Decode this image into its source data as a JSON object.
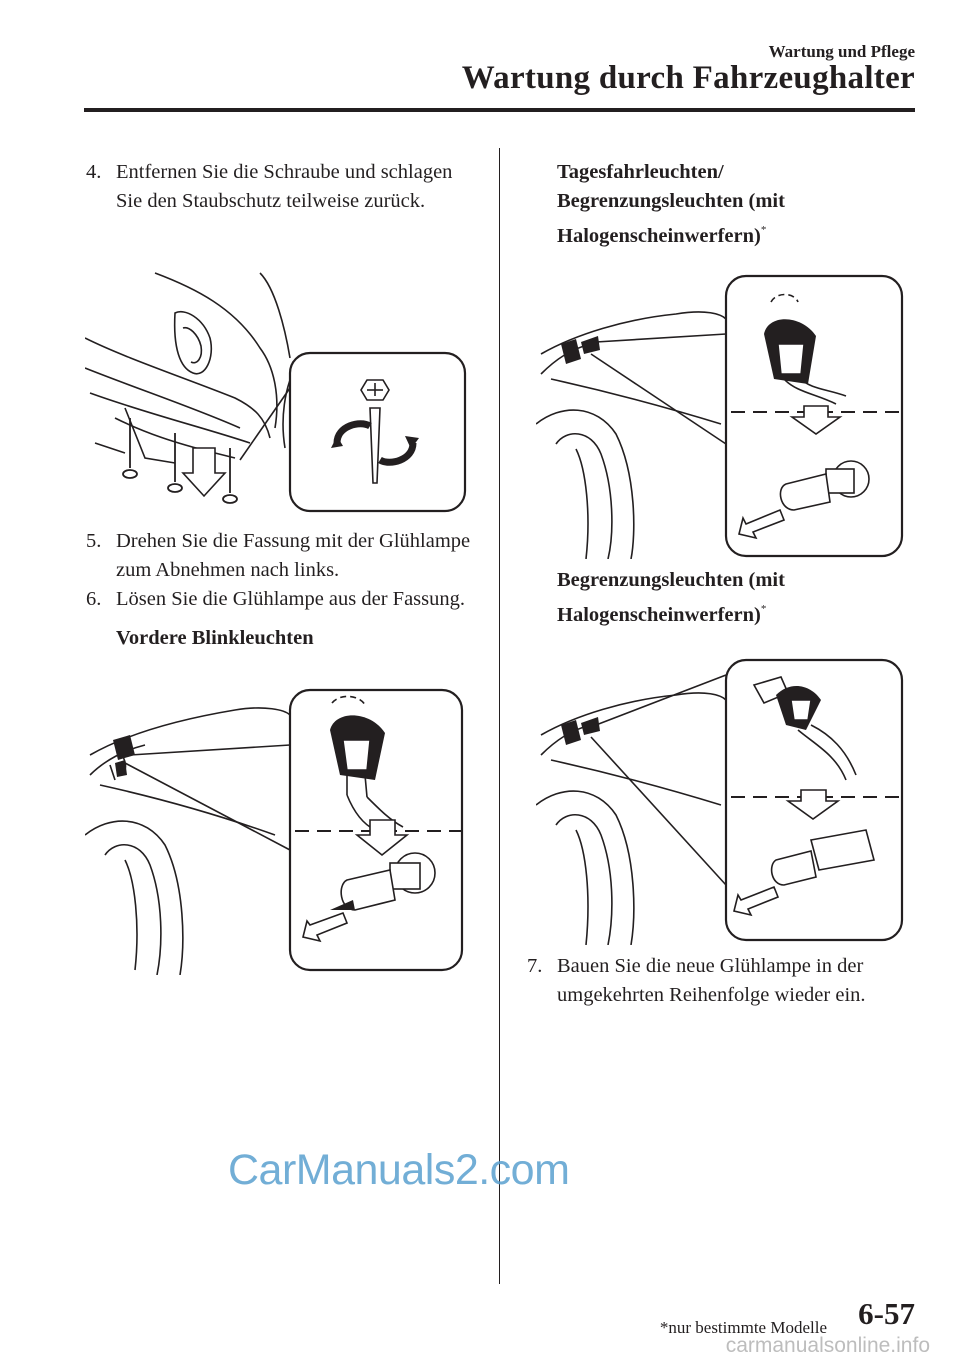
{
  "header": {
    "chapter": "Wartung und Pflege",
    "section": "Wartung durch Fahrzeughalter"
  },
  "steps": {
    "s4": {
      "num": "4.",
      "text": "Entfernen Sie die Schraube und schlagen Sie den Staubschutz teilweise zurück."
    },
    "s5": {
      "num": "5.",
      "text": "Drehen Sie die Fassung mit der Glühlampe zum Abnehmen nach links."
    },
    "s6": {
      "num": "6.",
      "text": "Lösen Sie die Glühlampe aus der Fassung."
    },
    "s7": {
      "num": "7.",
      "text": "Bauen Sie die neue Glühlampe in der umgekehrten Reihenfolge wieder ein."
    }
  },
  "subheads": {
    "front_turn": "Vordere Blinkleuchten",
    "drl_line1": "Tagesfahrleuchten/",
    "drl_line2": "Begrenzungsleuchten (mit",
    "drl_line3": "Halogenscheinwerfern)",
    "pos_line1": "Begrenzungsleuchten (mit",
    "pos_line2": "Halogenscheinwerfern)",
    "asterisk": "*"
  },
  "footer": {
    "footnote": "*nur bestimmte Modelle",
    "page_number": "6-57",
    "site": "carmanualsonline.info"
  },
  "watermark": "CarManuals2.com"
}
